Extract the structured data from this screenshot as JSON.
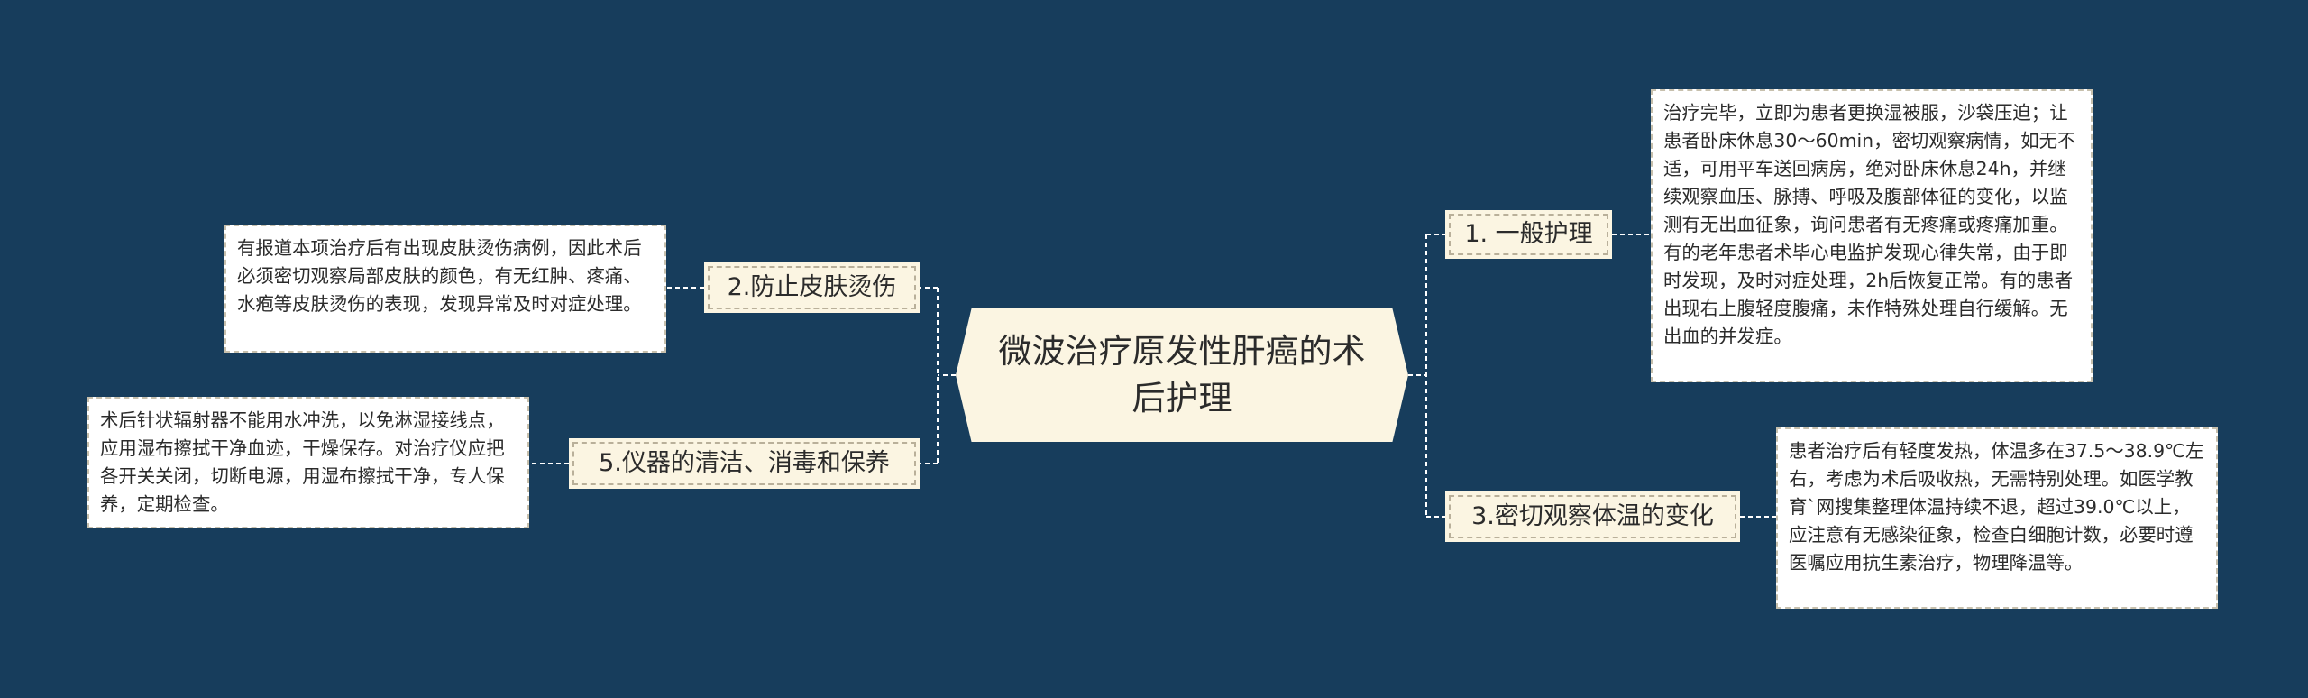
{
  "root": {
    "title": "微波治疗原发性肝癌的术后护理"
  },
  "branches": [
    {
      "label": "1. 一般护理",
      "note": "治疗完毕，立即为患者更换湿被服，沙袋压迫；让患者卧床休息30～60min，密切观察病情，如无不适，可用平车送回病房，绝对卧床休息24h，并继续观察血压、脉搏、呼吸及腹部体征的变化，以监测有无出血征象，询问患者有无疼痛或疼痛加重。有的老年患者术毕心电监护发现心律失常，由于即时发现，及时对症处理，2h后恢复正常。有的患者出现右上腹轻度腹痛，未作特殊处理自行缓解。无出血的并发症。"
    },
    {
      "label": "3.密切观察体温的变化",
      "note": "患者治疗后有轻度发热，体温多在37.5～38.9℃左右，考虑为术后吸收热，无需特别处理。如医学教育`网搜集整理体温持续不退，超过39.0℃以上，应注意有无感染征象，检查白细胞计数，必要时遵医嘱应用抗生素治疗，物理降温等。"
    },
    {
      "label": "2.防止皮肤烫伤",
      "note": "有报道本项治疗后有出现皮肤烫伤病例，因此术后必须密切观察局部皮肤的颜色，有无红肿、疼痛、水疱等皮肤烫伤的表现，发现异常及时对症处理。"
    },
    {
      "label": "5.仪器的清洁、消毒和保养",
      "note": "术后针状辐射器不能用水冲洗，以免淋湿接线点，应用湿布擦拭干净血迹，干燥保存。对治疗仪应把各开关关闭，切断电源，用湿布擦拭干净，专人保养，定期检查。"
    }
  ],
  "colors": {
    "background": "#173d5c",
    "node_fill": "#fbf5e2",
    "leaf_fill": "#ffffff",
    "connector": "#ffffff"
  }
}
